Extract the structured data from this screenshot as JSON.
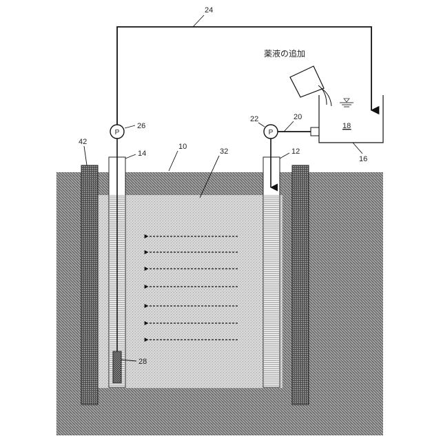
{
  "figure": {
    "caption_jp": "薬液の追加",
    "pumps": [
      {
        "symbol": "P",
        "ref": "26"
      },
      {
        "symbol": "P",
        "ref": "22"
      }
    ],
    "labels": {
      "pipe_overhead": "24",
      "ground": "10",
      "barrier_left": "42",
      "well_left": "14",
      "plume": "32",
      "well_right": "12",
      "pipe_feed": "20",
      "tank": "16",
      "tank_liquid": "18",
      "screen_bottom": "28"
    },
    "flow_arrows_count_shown": 7
  }
}
